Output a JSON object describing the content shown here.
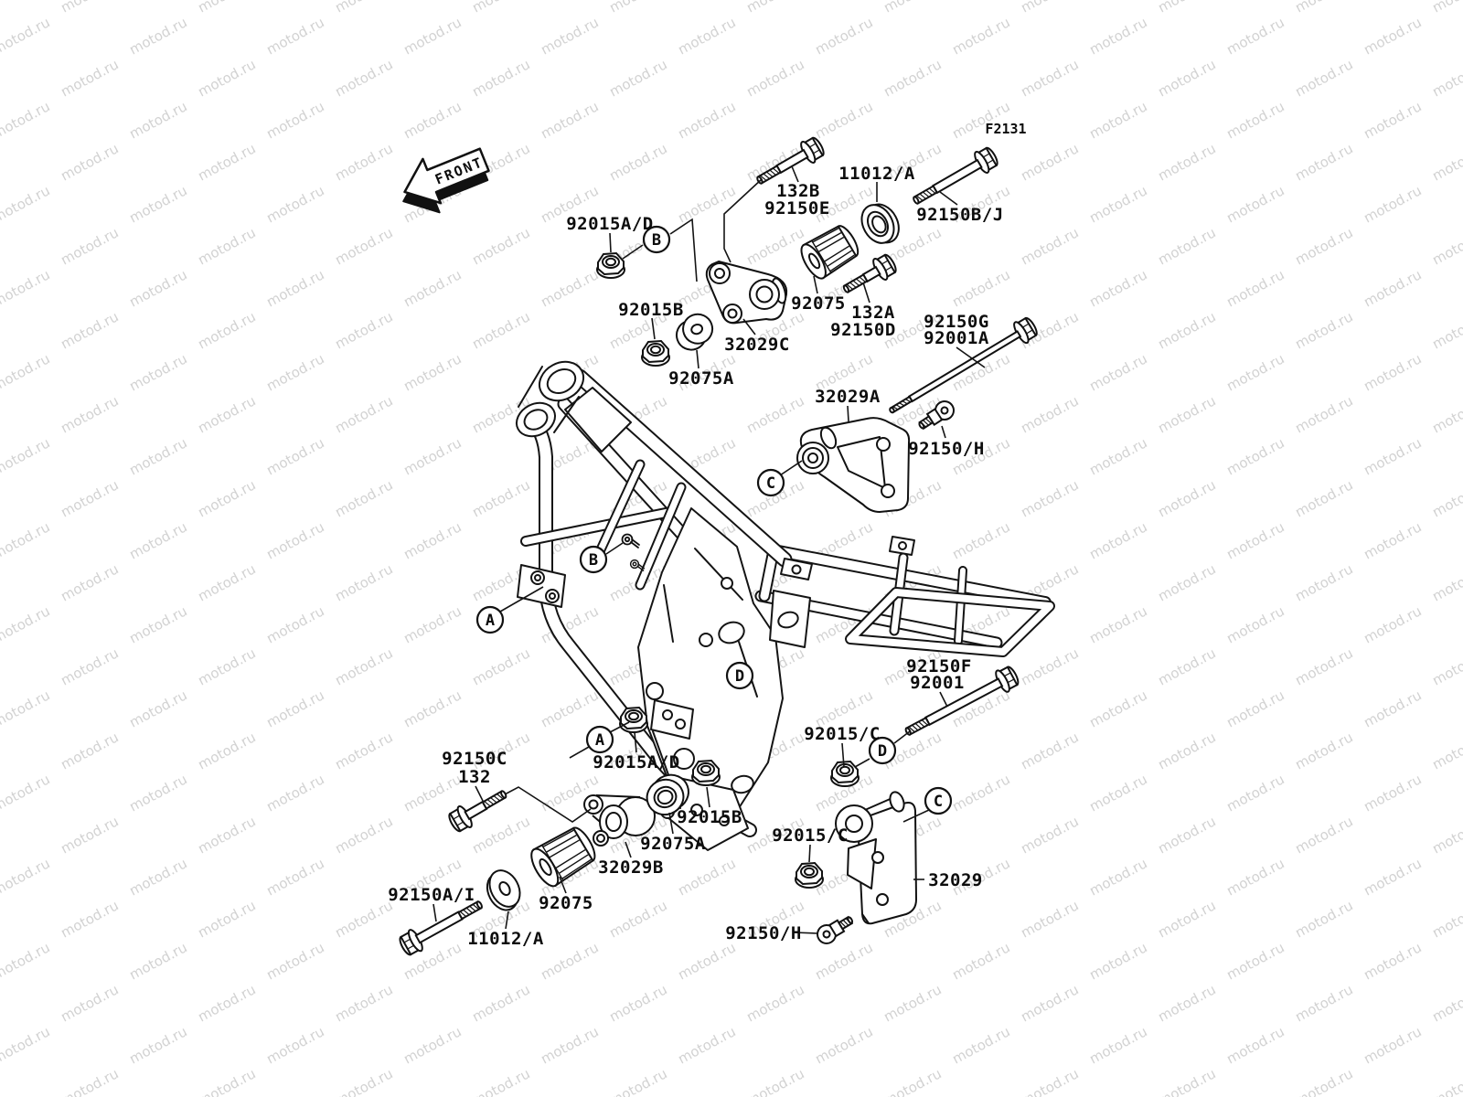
{
  "figure": {
    "code": "F2131"
  },
  "front_arrow": {
    "label": "FRONT"
  },
  "watermark": {
    "text": "motod.ru"
  },
  "callouts": [
    {
      "letter": "B"
    },
    {
      "letter": "C"
    },
    {
      "letter": "A"
    },
    {
      "letter": "B"
    },
    {
      "letter": "D"
    },
    {
      "letter": "A"
    },
    {
      "letter": "D"
    },
    {
      "letter": "C"
    }
  ],
  "part_labels": [
    {
      "text": "132B"
    },
    {
      "text": "92150E"
    },
    {
      "text": "11012/A"
    },
    {
      "text": "92150B/J"
    },
    {
      "text": "92015A/D"
    },
    {
      "text": "92015B"
    },
    {
      "text": "32029C"
    },
    {
      "text": "92075A"
    },
    {
      "text": "92075"
    },
    {
      "text": "132A"
    },
    {
      "text": "92150D"
    },
    {
      "text": "92150G"
    },
    {
      "text": "92001A"
    },
    {
      "text": "32029A"
    },
    {
      "text": "92150/H"
    },
    {
      "text": "92150F"
    },
    {
      "text": "92001"
    },
    {
      "text": "92015/C"
    },
    {
      "text": "92015/C"
    },
    {
      "text": "32029"
    },
    {
      "text": "92150/H"
    },
    {
      "text": "92150C"
    },
    {
      "text": "132"
    },
    {
      "text": "92015A/D"
    },
    {
      "text": "92015B"
    },
    {
      "text": "92075A"
    },
    {
      "text": "32029B"
    },
    {
      "text": "92075"
    },
    {
      "text": "92150A/I"
    },
    {
      "text": "11012/A"
    }
  ]
}
